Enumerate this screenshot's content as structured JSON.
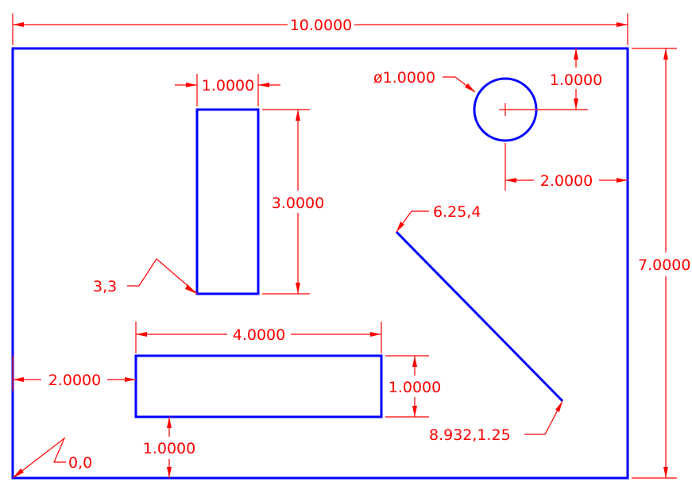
{
  "drawing": {
    "colors": {
      "object": "#0000ff",
      "dimension": "#ff0000"
    },
    "dimensions": {
      "overall_width": "10.0000",
      "overall_height": "7.0000",
      "tall_rect_width": "1.0000",
      "tall_rect_height": "3.0000",
      "wide_rect_width": "4.0000",
      "wide_rect_height": "1.0000",
      "wide_rect_left_offset": "2.0000",
      "wide_rect_bottom_offset": "1.0000",
      "circle_diameter": "ø1.0000",
      "circle_top_offset": "1.0000",
      "circle_right_offset": "2.0000"
    },
    "coordinates": {
      "origin": "0,0",
      "tall_rect_corner": "3,3",
      "line_start": "6.25,4",
      "line_end": "8.932,1.25"
    }
  }
}
